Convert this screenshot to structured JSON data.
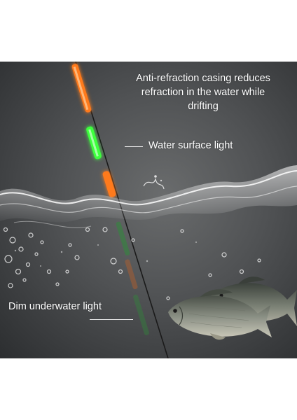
{
  "labels": {
    "casing_line1": "Anti-refraction casing reduces",
    "casing_line2": "refraction in the water while",
    "casing_line3": "drifting",
    "surface": "Water surface light",
    "underwater": "Dim underwater light"
  },
  "colors": {
    "background_dark": "#2c2e30",
    "background_light": "#6a6c6d",
    "orange_light": "#ff7a1a",
    "green_light": "#3cff3c",
    "text": "#ffffff"
  },
  "icons": [
    "fishing-float-illustration",
    "water-splash-illustration",
    "carp-fish-illustration"
  ]
}
